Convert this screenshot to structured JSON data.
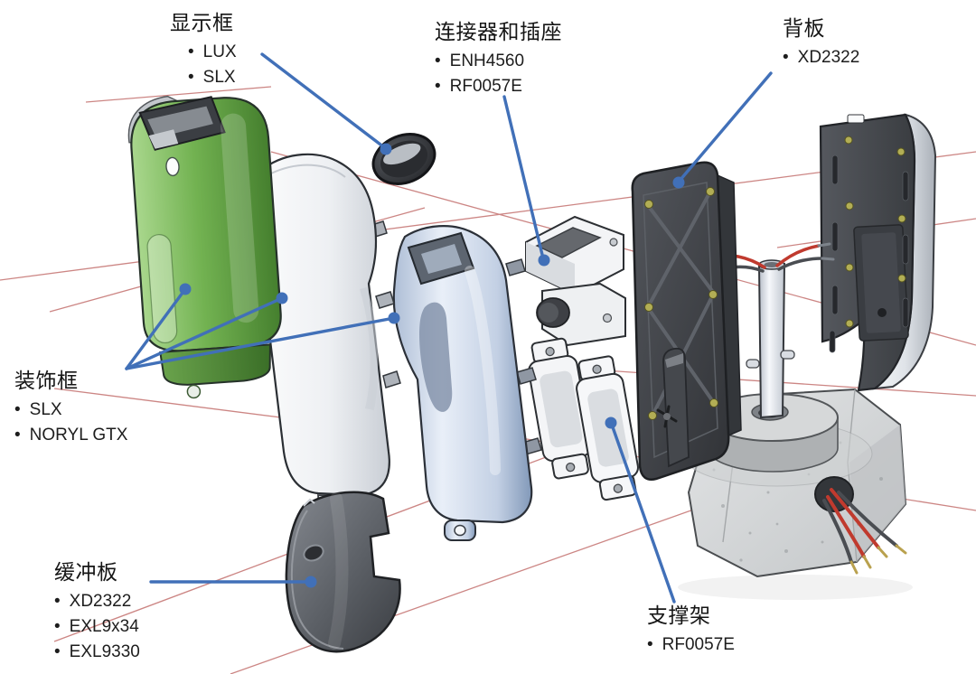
{
  "figure": {
    "type": "exploded-view-diagram",
    "background": "#ffffff"
  },
  "labels": [
    {
      "id": "display-frame",
      "title": "显示框",
      "items": [
        "LUX",
        "SLX"
      ]
    },
    {
      "id": "connectors-and-sockets",
      "title": "连接器和插座",
      "items": [
        "ENH4560",
        "RF0057E"
      ]
    },
    {
      "id": "back-plate",
      "title": "背板",
      "items": [
        "XD2322"
      ]
    },
    {
      "id": "trim-frame",
      "title": "装饰框",
      "items": [
        "SLX",
        "NORYL GTX"
      ]
    },
    {
      "id": "buffer-plate",
      "title": "缓冲板",
      "items": [
        "XD2322",
        "EXL9x34",
        "EXL9330"
      ]
    },
    {
      "id": "support-bracket",
      "title": "支撑架",
      "items": [
        "RF0057E"
      ]
    }
  ],
  "palette": {
    "callout_blue": "#4170b8",
    "guide_red": "#c4716f",
    "housing_green": "#6fae4e",
    "housing_white": "#eef0f3",
    "housing_silver_blue": "#c3d0e4",
    "dark_plastic": "#3f4247",
    "concrete": "#d8dadb",
    "wire_red": "#c03a2e",
    "wire_dark": "#4a4d52",
    "screw_olive": "#b2ae55"
  }
}
